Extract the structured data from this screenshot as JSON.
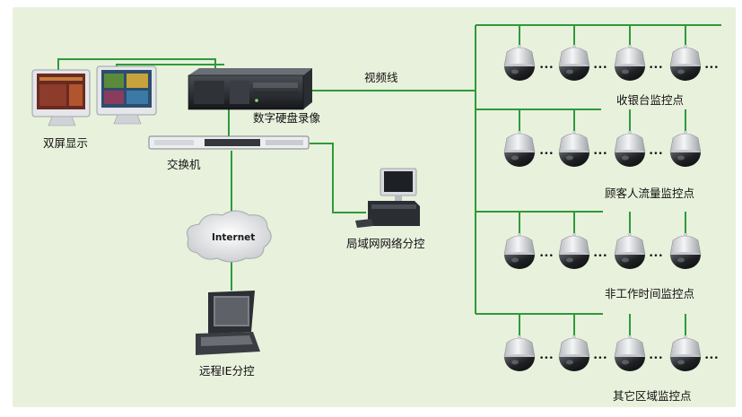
{
  "colors": {
    "background": "#e8f1dc",
    "line": "#2e9a3a",
    "panel_shadow": "#d4dfc6",
    "camera_dome": "#222426",
    "camera_body": "#d8dade"
  },
  "diagram": {
    "labels": {
      "dual_screen": "双屏显示",
      "dvr": "数字硬盘录像",
      "switch": "交换机",
      "video_line": "视频线",
      "internet": "Internet",
      "lan_control": "局域网网络分控",
      "remote_ie": "远程IE分控"
    },
    "camera_groups": [
      {
        "label": "收银台监控点"
      },
      {
        "label": "顾客人流量监控点"
      },
      {
        "label": "非工作时间监控点"
      },
      {
        "label": "其它区域监控点"
      }
    ],
    "ellipsis": "•••"
  }
}
